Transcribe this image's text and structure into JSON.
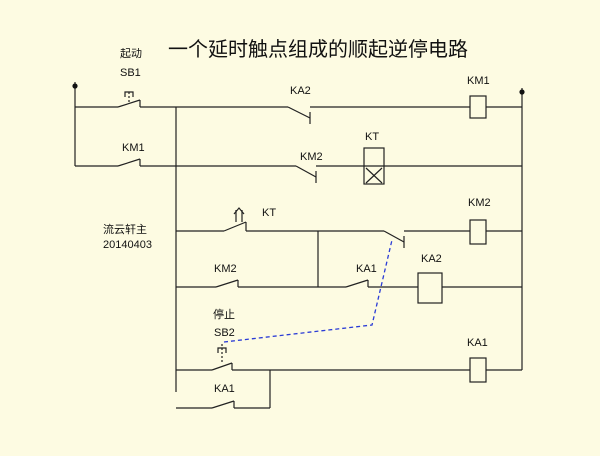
{
  "title": "一个延时触点组成的顺起逆停电路",
  "author": {
    "name": "流云轩主",
    "date": "20140403"
  },
  "labels": {
    "start_name": "起动",
    "sb1": "SB1",
    "km1_contact": "KM1",
    "ka2_contact": "KA2",
    "km2_contact_r2": "KM2",
    "kt_coil": "KT",
    "km1_coil": "KM1",
    "kt_contact": "KT",
    "km2_coil": "KM2",
    "km2_contact_r4": "KM2",
    "ka1_contact_r4": "KA1",
    "ka2_coil": "KA2",
    "stop_name": "停止",
    "sb2": "SB2",
    "ka1_coil": "KA1",
    "ka1_contact_r6": "KA1"
  },
  "colors": {
    "background": "#fdfbe2",
    "wire": "#222222",
    "mech_link": "#2a3bd6"
  }
}
